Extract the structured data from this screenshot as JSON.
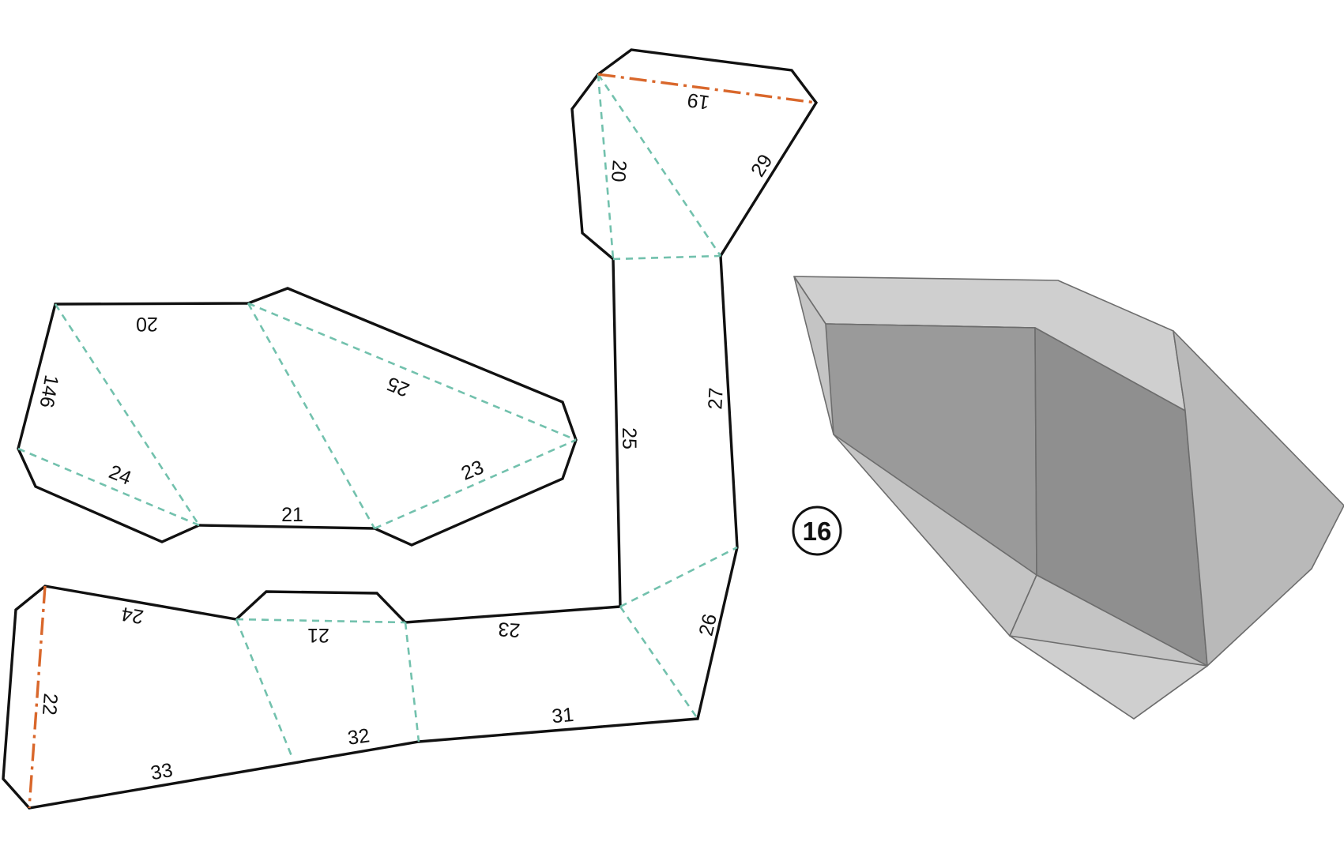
{
  "step": "16",
  "pieces": [
    {
      "name": "upper-left-piece",
      "edge_labels": [
        "20",
        "146",
        "25",
        "24",
        "21",
        "23"
      ]
    },
    {
      "name": "long-strip-piece",
      "edge_labels": [
        "19",
        "20",
        "29",
        "25",
        "27",
        "26",
        "24",
        "22",
        "21",
        "23",
        "31",
        "32",
        "33"
      ]
    }
  ],
  "legend": {
    "cut_line_color": "#111111",
    "valley_fold_color": "#72c1ad",
    "mountain_fold_color": "#d9672b"
  },
  "preview": {
    "face_colors": [
      "#cfcfcf",
      "#9a9a9a",
      "#8f8f8f",
      "#c4c4c4",
      "#b9b9b9"
    ]
  }
}
